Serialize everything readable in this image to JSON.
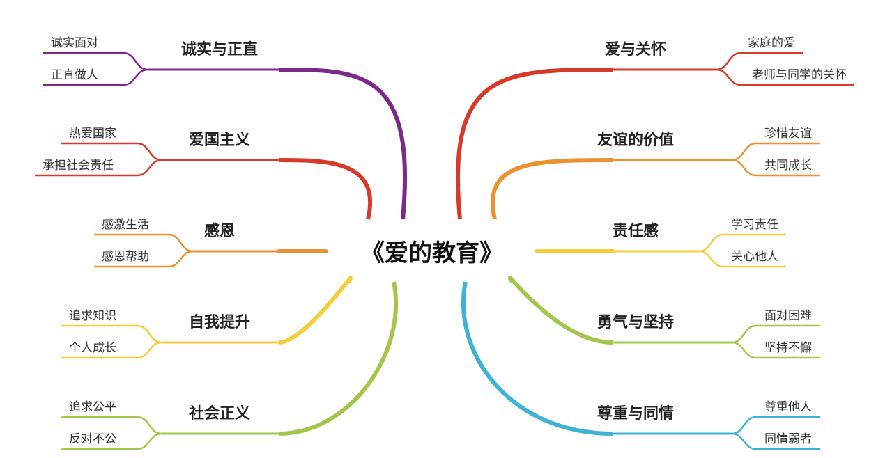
{
  "center": "《爱的教育》",
  "left": [
    {
      "label": "诚实与正直",
      "color": "#7b2a8c",
      "subs": [
        "诚实面对",
        "正直做人"
      ]
    },
    {
      "label": "爱国主义",
      "color": "#d83a2a",
      "subs": [
        "热爱国家",
        "承担社会责任"
      ]
    },
    {
      "label": "感恩",
      "color": "#ea922f",
      "subs": [
        "感激生活",
        "感恩帮助"
      ]
    },
    {
      "label": "自我提升",
      "color": "#f5cd3c",
      "subs": [
        "追求知识",
        "个人成长"
      ]
    },
    {
      "label": "社会正义",
      "color": "#a4c64a",
      "subs": [
        "追求公平",
        "反对不公"
      ]
    }
  ],
  "right": [
    {
      "label": "爱与关怀",
      "color": "#d83a2a",
      "subs": [
        "家庭的爱",
        "老师与同学的关怀"
      ]
    },
    {
      "label": "友谊的价值",
      "color": "#ea922f",
      "subs": [
        "珍惜友谊",
        "共同成长"
      ]
    },
    {
      "label": "责任感",
      "color": "#f5cd3c",
      "subs": [
        "学习责任",
        "关心他人"
      ]
    },
    {
      "label": "勇气与坚持",
      "color": "#a4c64a",
      "subs": [
        "面对困难",
        "坚持不懈"
      ]
    },
    {
      "label": "尊重与同情",
      "color": "#3fb3d6",
      "subs": [
        "尊重他人",
        "同情弱者"
      ]
    }
  ]
}
